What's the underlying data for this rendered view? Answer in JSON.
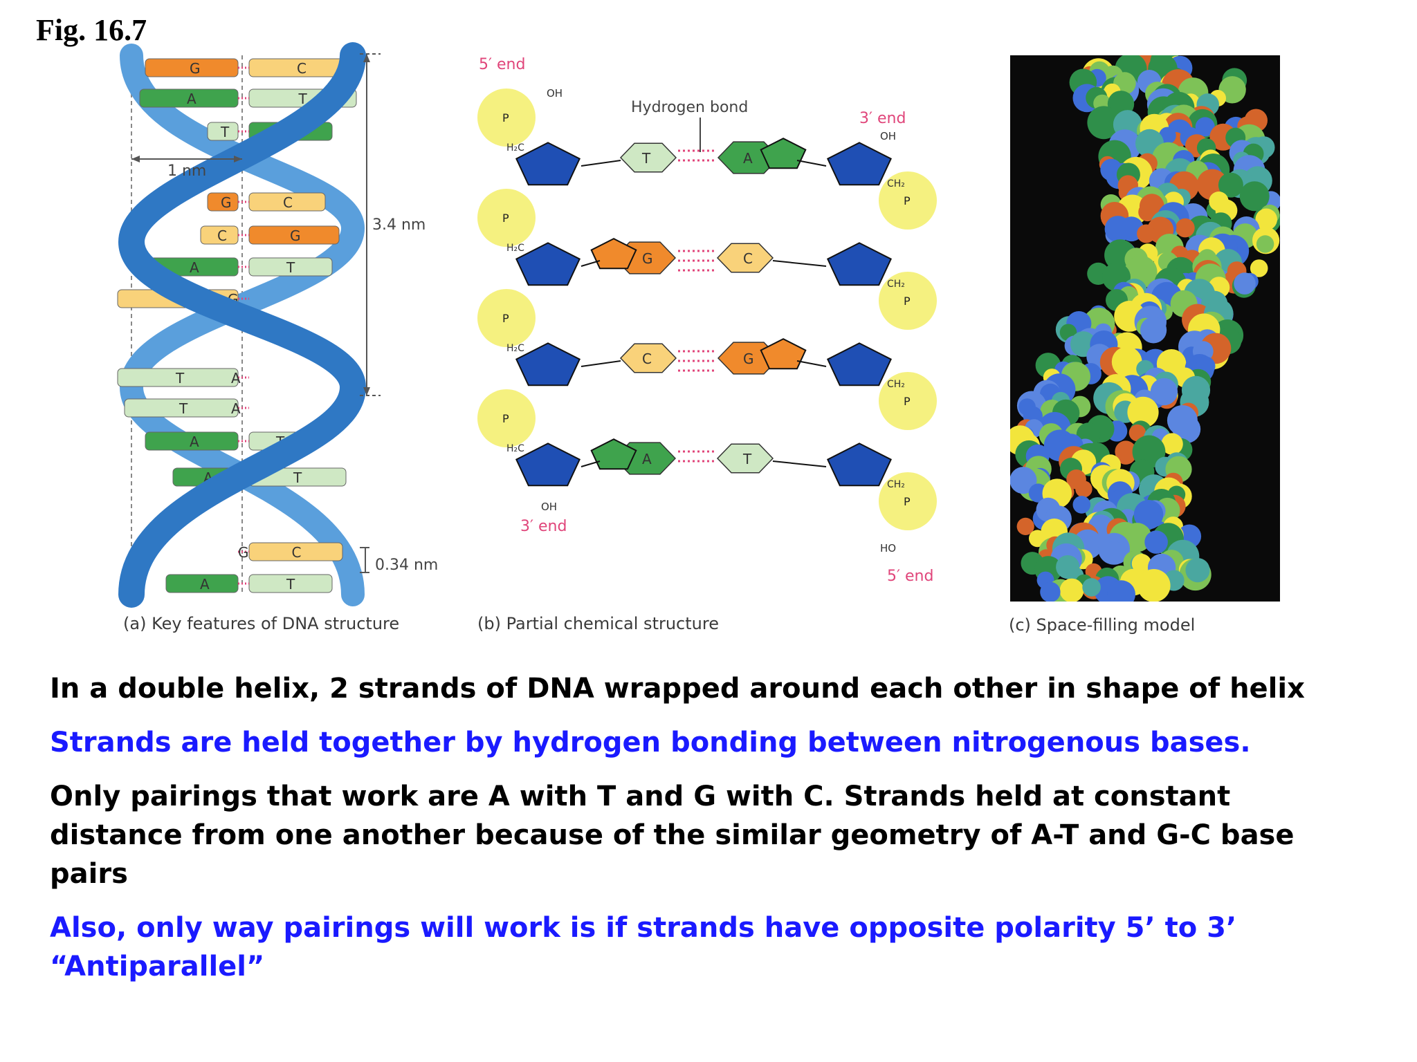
{
  "figure": {
    "label": "Fig. 16.7"
  },
  "panel_a": {
    "caption": "(a) Key features of DNA structure",
    "dim_width": "1 nm",
    "dim_pitch": "3.4 nm",
    "dim_rise": "0.34 nm",
    "base_pairs": [
      {
        "left": "G",
        "right": "C"
      },
      {
        "left": "A",
        "right": "T"
      },
      {
        "left": "T",
        "right": "A"
      },
      {
        "left": "G",
        "right": "C"
      },
      {
        "left": "C",
        "right": "G"
      },
      {
        "left": "A",
        "right": "T"
      },
      {
        "left": "C",
        "right": "G"
      },
      {
        "left": "T",
        "right": "A"
      },
      {
        "left": "T",
        "right": "A"
      },
      {
        "left": "A",
        "right": "T"
      },
      {
        "left": "A",
        "right": "T"
      },
      {
        "left": "G",
        "right": "C"
      },
      {
        "left": "A",
        "right": "T"
      }
    ]
  },
  "panel_b": {
    "caption": "(b) Partial chemical structure",
    "label_5_end_top": "5′ end",
    "label_3_end_top": "3′ end",
    "label_3_end_bottom": "3′ end",
    "label_5_end_bottom": "5′ end",
    "label_hbond": "Hydrogen bond",
    "oh_top": "OH",
    "oh_bottom": "OH",
    "oh_left_top": "OH",
    "ho_bottom_right": "HO",
    "h2c": "H₂C",
    "ch2": "CH₂",
    "pairs": [
      {
        "left": "T",
        "right": "A"
      },
      {
        "left": "G",
        "right": "C"
      },
      {
        "left": "C",
        "right": "G"
      },
      {
        "left": "A",
        "right": "T"
      }
    ]
  },
  "panel_c": {
    "caption": "(c) Space-filling model"
  },
  "text": {
    "line1": "In a double helix, 2 strands of DNA wrapped around each other in shape of helix",
    "line2": "Strands are held together by hydrogen bonding between nitrogenous bases.",
    "line3": "Only pairings that work are A with T and G with C. Strands held at constant distance from one another because of the similar geometry of A-T and G-C base pairs",
    "line4a": "Also, only way pairings will work is if strands have opposite polarity 5’ to 3’",
    "line4b": "“Antiparallel”"
  },
  "colors": {
    "A": "#3fa34d",
    "T": "#cfe8c4",
    "G": "#f08a2c",
    "C": "#f9d27a",
    "backbone": "#2f78c4",
    "sugar": "#1f4fb4",
    "phosphate": "#f3ee6a",
    "blue_text": "#1a1aff"
  }
}
